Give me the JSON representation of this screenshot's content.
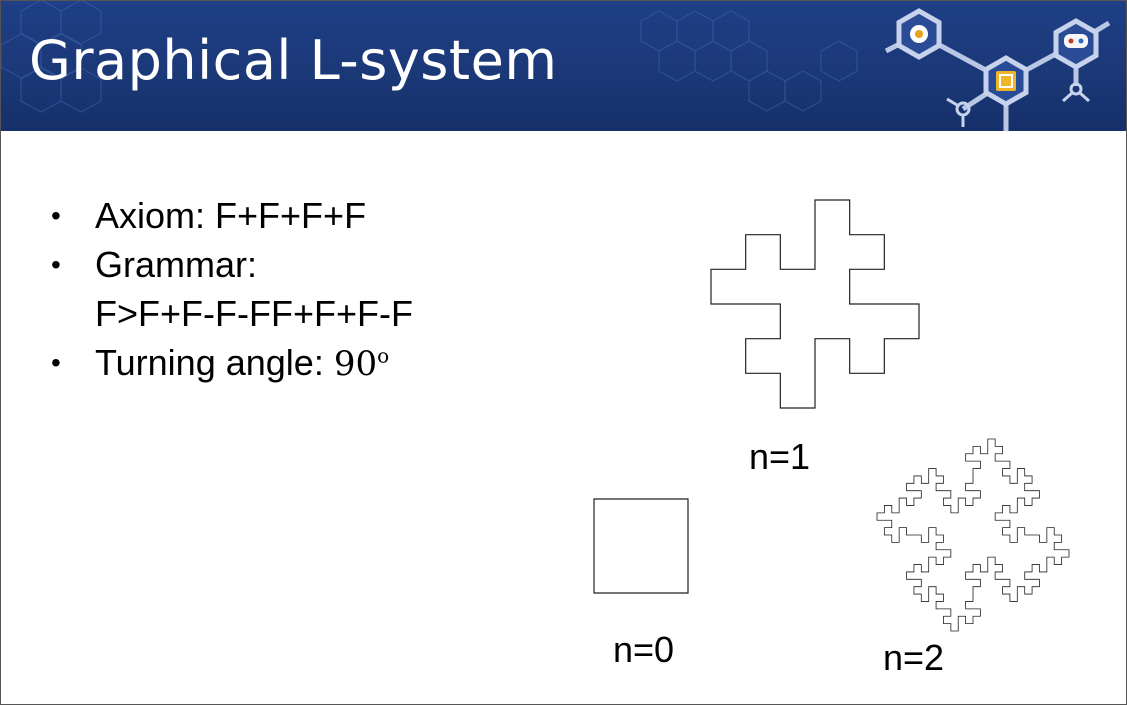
{
  "slide": {
    "title": "Graphical L-system",
    "bullets": [
      {
        "label": "Axiom: F+F+F+F"
      },
      {
        "label": "Grammar:",
        "continuation": "F>F+F-F-FF+F+F-F"
      },
      {
        "label": "Turning angle: ",
        "angle_value": "90",
        "angle_unit": "o"
      }
    ]
  },
  "lsystem": {
    "axiom": "F+F+F+F",
    "rule": "F+F-F-FF+F+F-F",
    "angle_deg": 90
  },
  "figures": [
    {
      "caption": "n=0",
      "iterations": 0
    },
    {
      "caption": "n=1",
      "iterations": 1
    },
    {
      "caption": "n=2",
      "iterations": 2
    }
  ],
  "colors": {
    "banner": "#1b3877",
    "stroke": "#222222"
  }
}
